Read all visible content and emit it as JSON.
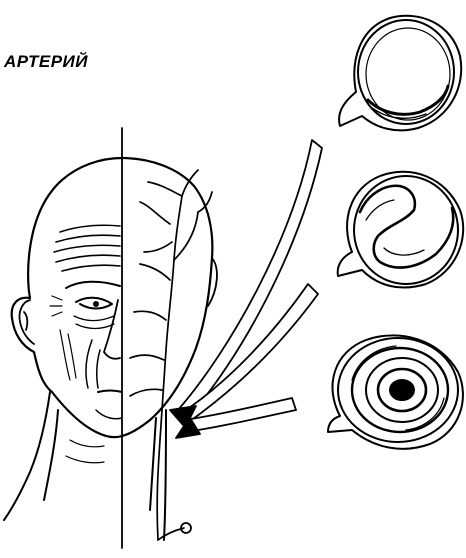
{
  "title": "АРТЕРИЙ",
  "colors": {
    "ink": "#000000",
    "paper": "#ffffff"
  },
  "figures": [
    {
      "id": "head-profile",
      "name": "head-split-face-with-arteries-icon"
    },
    {
      "id": "cross-sections",
      "count": 3
    }
  ]
}
